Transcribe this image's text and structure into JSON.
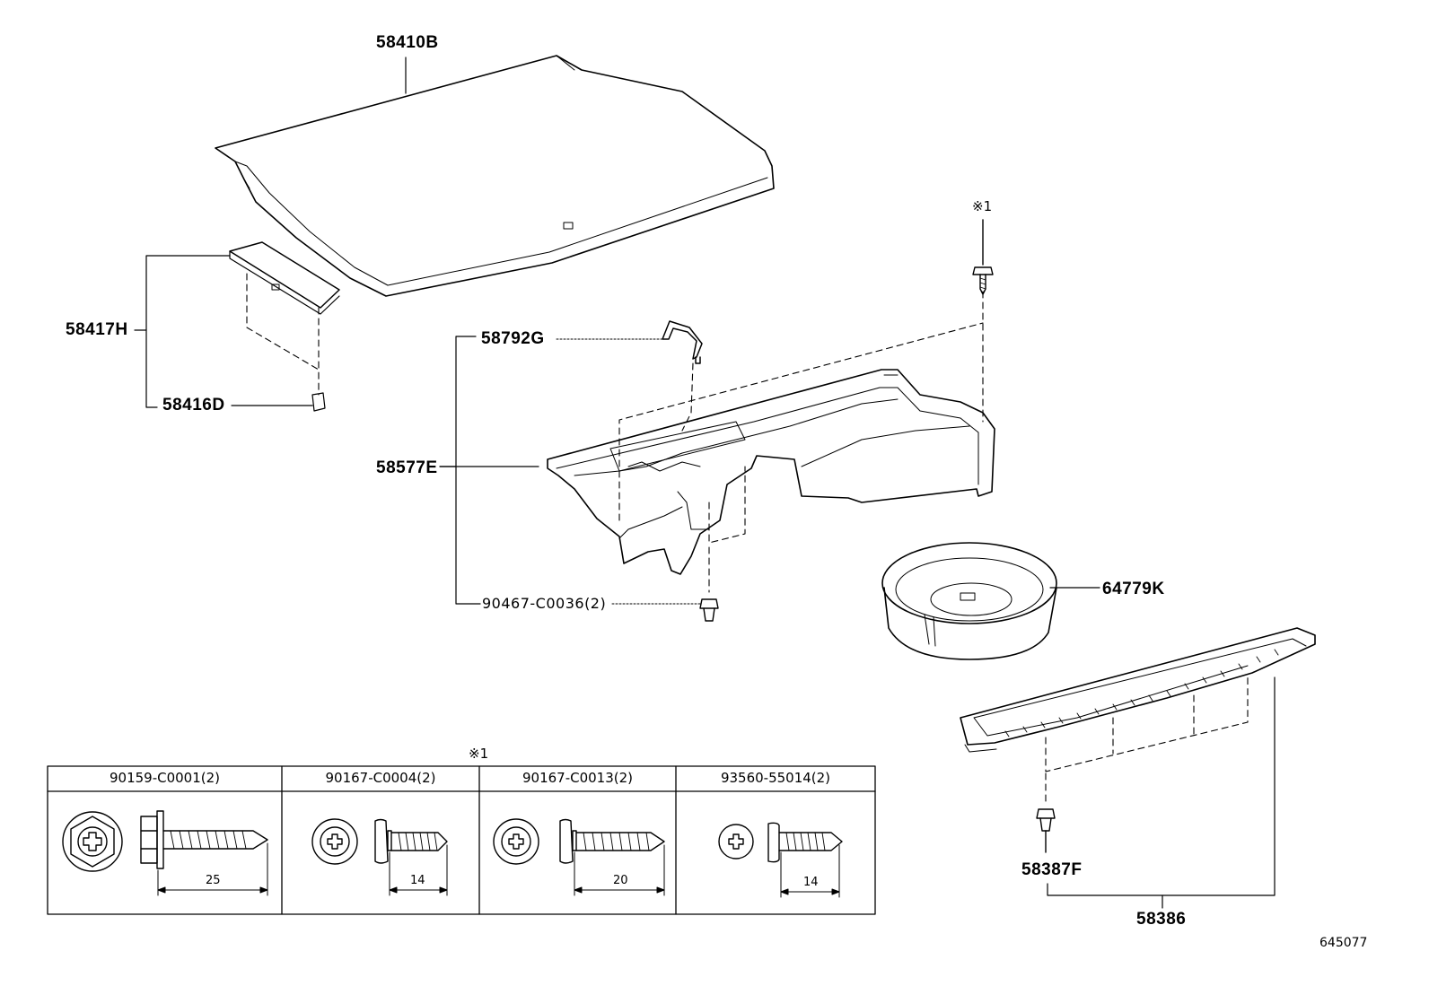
{
  "parts": {
    "deck_board": "58410B",
    "deck_board_sub": "58417H",
    "clip": "58416D",
    "hook": "58792G",
    "tray": "58577E",
    "screw_clip": "90467-C0036(2)",
    "spare_tray": "64779K",
    "sill_plate": "58386",
    "sill_clip": "58387F"
  },
  "ref_mark_top": "※1",
  "ref_mark_table": "※1",
  "figure_number": "645077",
  "fastener_table": [
    {
      "part": "90159-C0001(2)",
      "length": "25"
    },
    {
      "part": "90167-C0004(2)",
      "length": "14"
    },
    {
      "part": "90167-C0013(2)",
      "length": "20"
    },
    {
      "part": "93560-55014(2)",
      "length": "14"
    }
  ]
}
